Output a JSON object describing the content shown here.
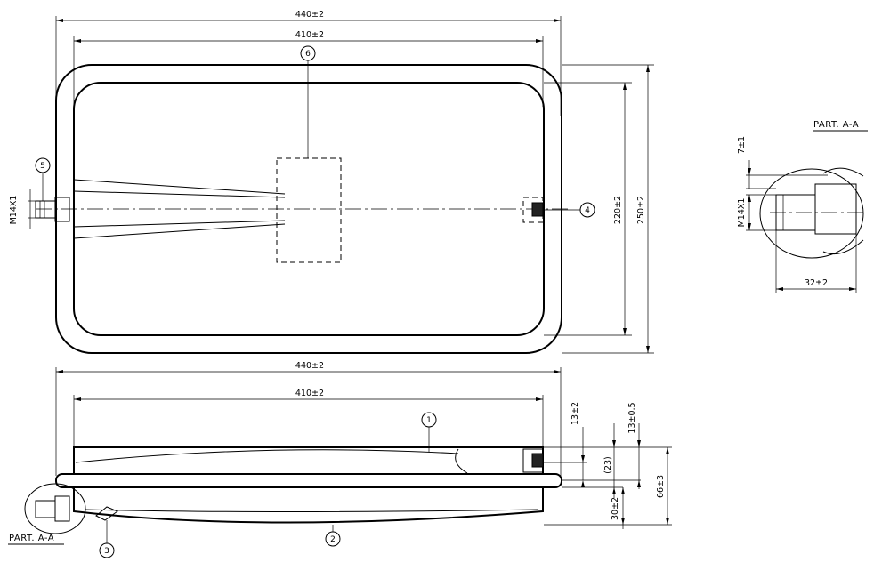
{
  "top_view": {
    "dim_outer_width": "440±2",
    "dim_inner_width": "410±2",
    "dim_inner_height": "220±2",
    "dim_outer_height": "250±2",
    "thread_label": "M14X1",
    "callouts": {
      "valve": "5",
      "plug": "4",
      "zone": "6"
    }
  },
  "detail_view": {
    "title": "PART. A-A",
    "dim_offset": "7±1",
    "thread_label": "M14X1",
    "dim_length": "32±2"
  },
  "side_view": {
    "dim_outer_width": "440±2",
    "dim_inner_width": "410±2",
    "dim_13_2": "13±2",
    "dim_13_05": "13±0,5",
    "dim_23": "(23)",
    "dim_30_2": "30±2",
    "dim_66_3": "66±3",
    "section_label": "PART. A-A",
    "callouts": {
      "upper_shell": "1",
      "lower_shell": "2",
      "seam": "3"
    }
  }
}
